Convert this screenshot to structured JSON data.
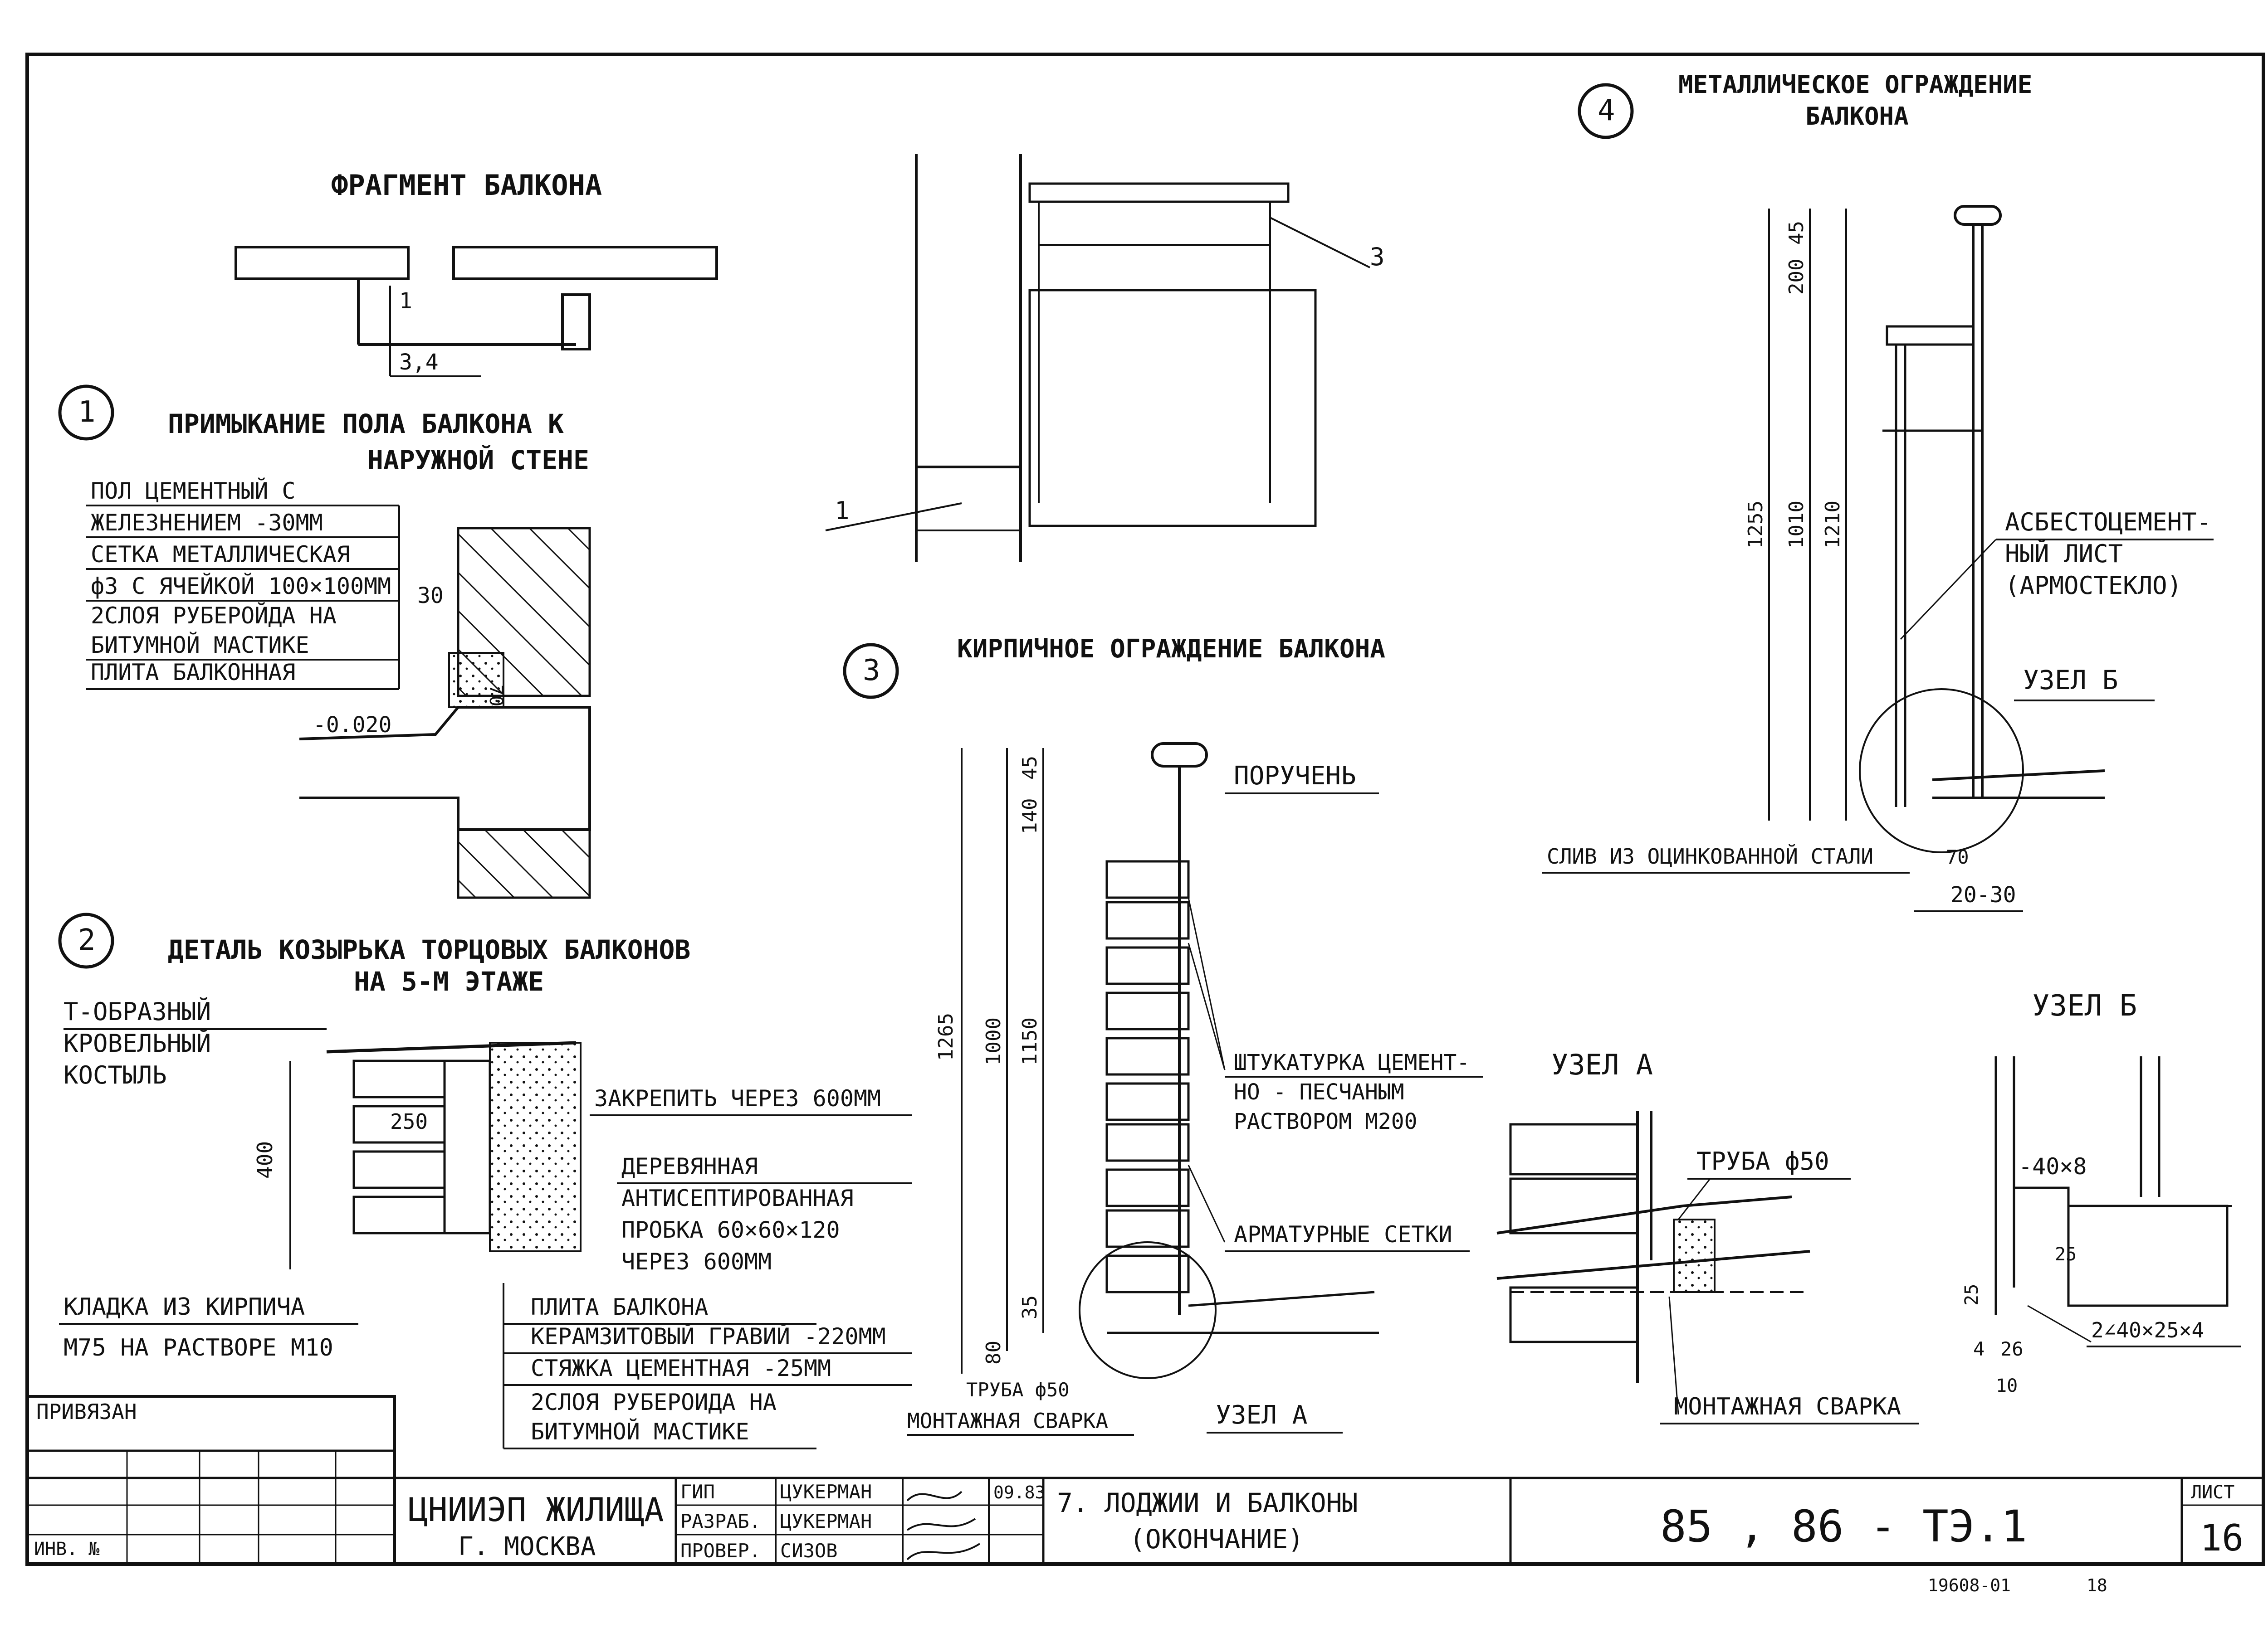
{
  "fragment": {
    "title": "ФРАГМЕНТ БАЛКОНА",
    "labels": [
      "1",
      "3,4"
    ]
  },
  "section1": {
    "number": "1",
    "title_line1": "ПРИМЫКАНИЕ ПОЛА БАЛКОНА К",
    "title_line2": "НАРУЖНОЙ СТЕНЕ",
    "layers": [
      "ПОЛ ЦЕМЕНТНЫЙ С",
      "ЖЕЛЕЗНЕНИЕМ -30ММ",
      "СЕТКА МЕТАЛЛИЧЕСКАЯ",
      "ф3 С ЯЧЕЙКОЙ 100×100ММ",
      "2СЛОЯ РУБЕРОЙДА НА",
      "БИТУМНОЙ МАСТИКЕ",
      "ПЛИТА БАЛКОННАЯ"
    ],
    "dim_30": "30",
    "dim_70": "70",
    "level": "-0.020"
  },
  "section2": {
    "number": "2",
    "title_line1": "ДЕТАЛЬ КОЗЫРЬКА ТОРЦОВЫХ БАЛКОНОВ",
    "title_line2": "НА 5-М ЭТАЖЕ",
    "tshape": [
      "Т-ОБРАЗНЫЙ",
      "КРОВЕЛЬНЫЙ",
      "КОСТЫЛЬ"
    ],
    "fix": "ЗАКРЕПИТЬ ЧЕРЕЗ 600ММ",
    "plug": [
      "ДЕРЕВЯННАЯ",
      "АНТИСЕПТИРОВАННАЯ",
      "ПРОБКА 60×60×120",
      "ЧЕРЕЗ 600ММ"
    ],
    "masonry": [
      "КЛАДКА ИЗ КИРПИЧА",
      "М75 НА РАСТВОРЕ М10"
    ],
    "slab": [
      "ПЛИТА БАЛКОНА",
      "КЕРАМЗИТОВЫЙ ГРАВИЙ -220ММ",
      "СТЯЖКА ЦЕМЕНТНАЯ -25ММ",
      "2СЛОЯ РУБЕРОИДА НА",
      "БИТУМНОЙ МАСТИКЕ"
    ],
    "dim_250": "250",
    "dim_400": "400"
  },
  "plan": {
    "label1": "1",
    "label3": "3"
  },
  "section3": {
    "number": "3",
    "title": "КИРПИЧНОЕ ОГРАЖДЕНИЕ БАЛКОНА",
    "handrail": "ПОРУЧЕНЬ",
    "plaster": [
      "ШТУКАТУРКА ЦЕМЕНТ-",
      "НО - ПЕСЧАНЫМ",
      "РАСТВОРОМ М200"
    ],
    "mesh": "АРМАТУРНЫЕ СЕТКИ",
    "pipe": "ТРУБА ф50",
    "weld": "МОНТАЖНАЯ СВАРКА",
    "node": "УЗЕЛ А",
    "dims": {
      "d1265": "1265",
      "d1000": "1000",
      "d80": "80",
      "d45": "45",
      "d140": "140",
      "d1150": "1150",
      "d35": "35"
    }
  },
  "section4": {
    "number": "4",
    "title_line1": "МЕТАЛЛИЧЕСКОЕ ОГРАЖДЕНИЕ",
    "title_line2": "БАЛКОНА",
    "sheet": [
      "АСБЕСТОЦЕМЕНТ-",
      "НЫЙ ЛИСТ",
      "(АРМОСТЕКЛО)"
    ],
    "node": "УЗЕЛ Б",
    "drain": "СЛИВ ИЗ ОЦИНКОВАННОЙ СТАЛИ",
    "dims": {
      "d45": "45",
      "d200": "200",
      "d1255": "1255",
      "d1010": "1010",
      "d1210": "1210",
      "d70": "70",
      "d2030": "20-30"
    }
  },
  "nodeA": {
    "title": "УЗЕЛ А",
    "pipe": "ТРУБА ф50",
    "weld": "МОНТАЖНАЯ СВАРКА"
  },
  "nodeB": {
    "title": "УЗЕЛ Б",
    "strip": "-40×8",
    "angle": "2∠40×25×4",
    "dims": {
      "d25a": "25",
      "d25b": "25",
      "d4": "4",
      "d26": "26",
      "d10": "10"
    }
  },
  "stamp": {
    "attached": "ПРИВЯЗАН",
    "inv": "ИНВ. №",
    "org1": "ЦНИИЭП ЖИЛИЩА",
    "org2": "Г. МОСКВА",
    "roles": [
      "ГИП",
      "РАЗРАБ.",
      "ПРОВЕР."
    ],
    "names": [
      "ЦУКЕРМАН",
      "ЦУКЕРМАН",
      "СИЗОВ"
    ],
    "date": "09.83",
    "title1": "7. ЛОДЖИИ И БАЛКОНЫ",
    "title2": "(ОКОНЧАНИЕ)",
    "code": "85 , 86 - ТЭ.1",
    "sheet_label": "ЛИСТ",
    "sheet_no": "16",
    "footer_code": "19608-01",
    "footer_no": "18"
  }
}
